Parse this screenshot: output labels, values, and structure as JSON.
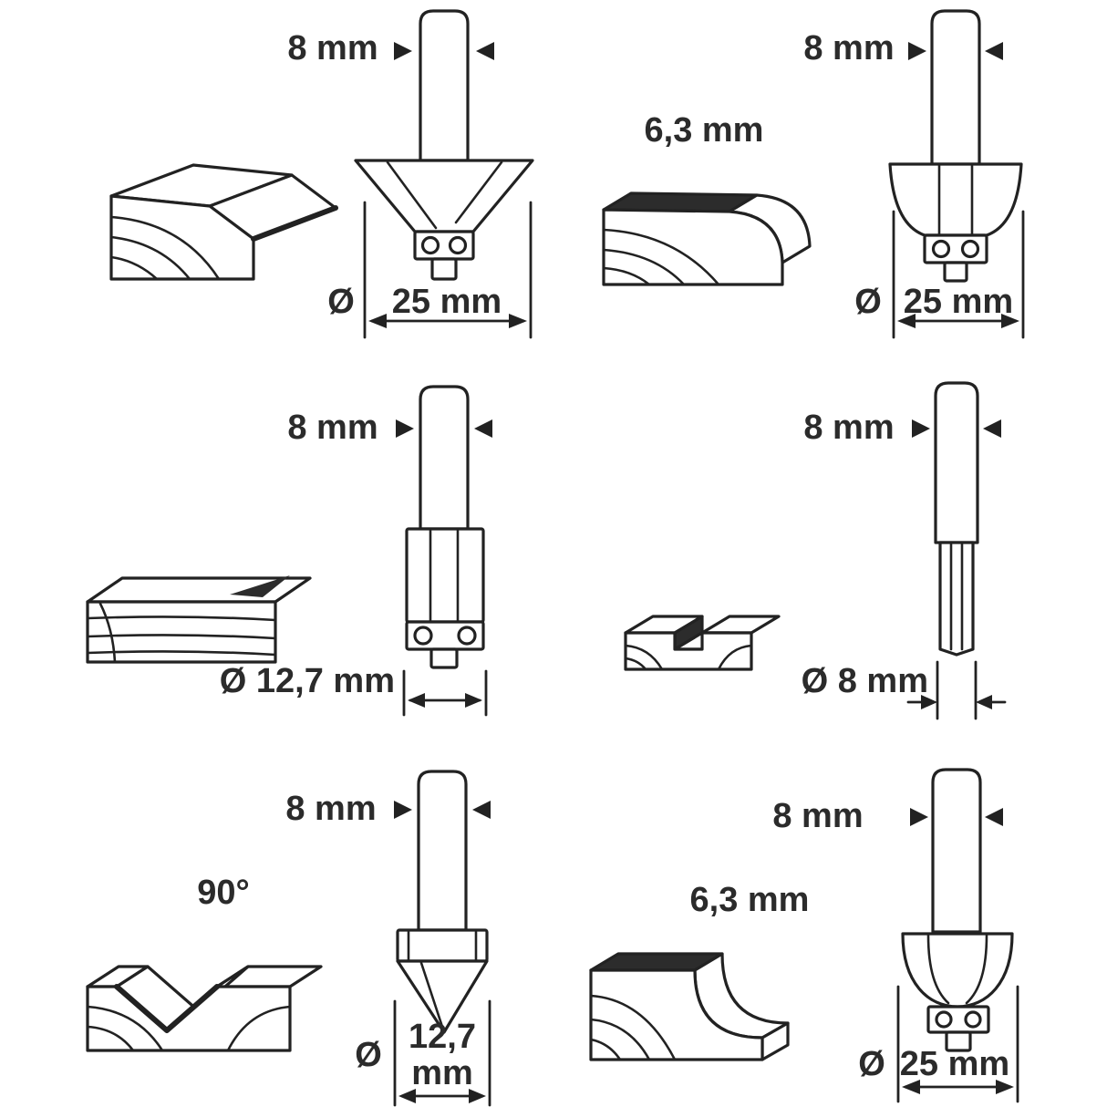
{
  "style": {
    "ink": "#222222",
    "text_color": "#2b2b2b",
    "background": "#ffffff"
  },
  "cells": [
    {
      "id": "chamfer",
      "shank": "8 mm",
      "dia_symbol": "Ø",
      "dia": "25 mm"
    },
    {
      "id": "roundover",
      "shank": "8 mm",
      "profile": "6,3 mm",
      "dia_symbol": "Ø",
      "dia": "25 mm"
    },
    {
      "id": "flush-trim",
      "shank": "8 mm",
      "dia": "Ø 12,7 mm"
    },
    {
      "id": "straight",
      "shank": "8 mm",
      "dia": "Ø 8 mm"
    },
    {
      "id": "v-groove",
      "shank": "8 mm",
      "profile": "90°",
      "dia_symbol": "Ø",
      "dia_line1": "12,7",
      "dia_line2": "mm"
    },
    {
      "id": "cove",
      "shank": "8 mm",
      "profile": "6,3 mm",
      "dia_symbol": "Ø",
      "dia": "25 mm"
    }
  ]
}
